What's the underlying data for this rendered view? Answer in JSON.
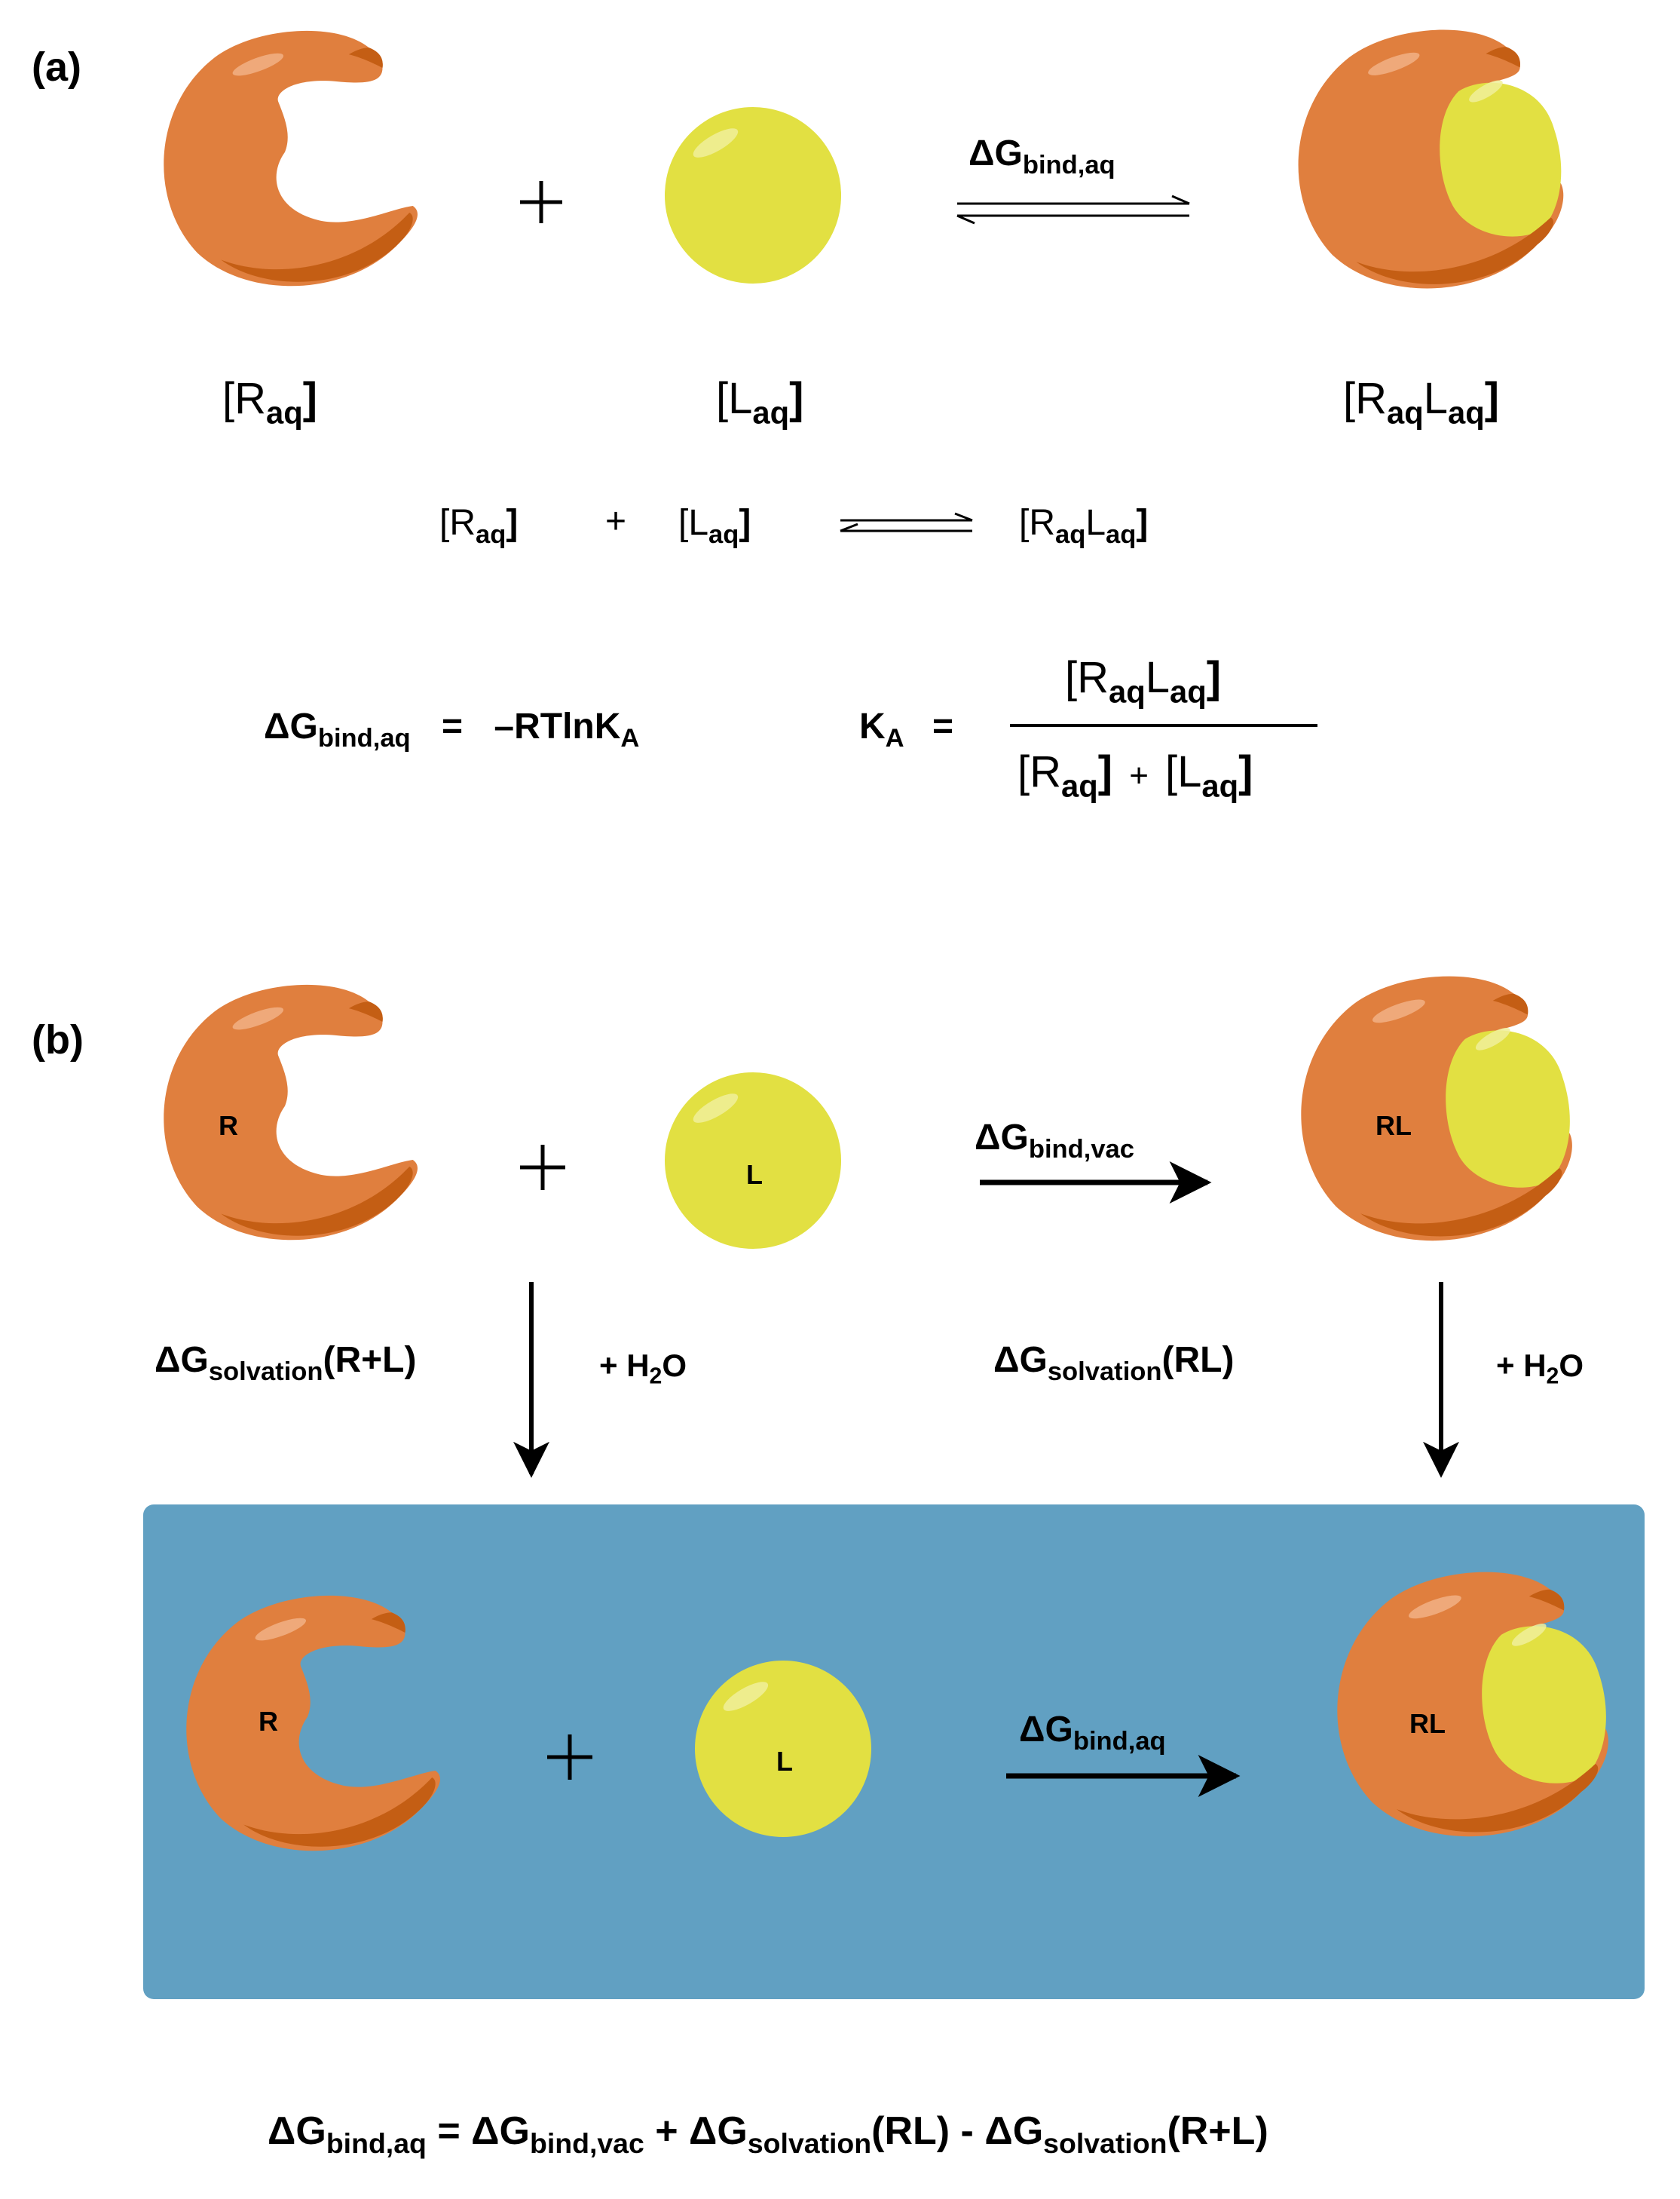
{
  "panel_a": {
    "label": "(a)",
    "plus": "+",
    "arrow_label": {
      "main": "ΔG",
      "sub": "bind,aq"
    },
    "species": {
      "receptor": {
        "open": "[R",
        "sub": "aq",
        "close": "]"
      },
      "ligand": {
        "open": "[L",
        "sub": "aq",
        "close": "]"
      },
      "complex": {
        "open": "[R",
        "sub1": "aq",
        "mid": "L",
        "sub2": "aq",
        "close": "]"
      }
    },
    "reaction": {
      "r": {
        "open": "[R",
        "sub": "aq",
        "close": "]"
      },
      "plus": "+",
      "l": {
        "open": "[L",
        "sub": "aq",
        "close": "]"
      },
      "product": {
        "open": "[R",
        "sub1": "aq",
        "mid": "L",
        "sub2": "aq",
        "close": "]"
      }
    },
    "equation": {
      "lhs_main": "ΔG",
      "lhs_sub": "bind,aq",
      "equals": "=",
      "rhs_main": "–RTlnK",
      "rhs_sub": "A"
    },
    "ka": {
      "main": "K",
      "sub": "A",
      "equals": "=",
      "numerator": {
        "open": "[R",
        "sub1": "aq",
        "mid": "L",
        "sub2": "aq",
        "close": "]"
      },
      "denominator": {
        "r_open": "[R",
        "r_sub": "aq",
        "r_close": "]",
        "plus": "+",
        "l_open": "[L",
        "l_sub": "aq",
        "l_close": "]"
      }
    }
  },
  "panel_b": {
    "label": "(b)",
    "plus": "+",
    "receptor_label": "R",
    "ligand_label": "L",
    "complex_label": "RL",
    "vac_arrow": {
      "main": "ΔG",
      "sub": "bind,vac"
    },
    "solv_left": {
      "main": "ΔG",
      "sub": "solvation",
      "tail": "(R+L)"
    },
    "solv_right": {
      "main": "ΔG",
      "sub": "solvation",
      "tail": "(RL)"
    },
    "water_left": {
      "pre": "+ H",
      "sub": "2",
      "post": "O"
    },
    "water_right": {
      "pre": "+ H",
      "sub": "2",
      "post": "O"
    },
    "aq_box": {
      "receptor_label": "R",
      "ligand_label": "L",
      "complex_label": "RL",
      "plus": "+",
      "arrow": {
        "main": "ΔG",
        "sub": "bind,aq"
      }
    }
  },
  "final_equation": {
    "t1_main": "ΔG",
    "t1_sub": "bind,aq",
    "eq": " = ",
    "t2_main": "ΔG",
    "t2_sub": "bind,vac",
    "plus": " + ",
    "t3_main": "ΔG",
    "t3_sub": "solvation",
    "t3_tail": "(RL)",
    "minus": " - ",
    "t4_main": "ΔG",
    "t4_sub": "solvation",
    "t4_tail": "(R+L)"
  },
  "colors": {
    "receptor": "#e07f3e",
    "receptor_shade": "#c45e14",
    "ligand": "#e2e042",
    "water_box": "#61a0c2",
    "text": "#000000"
  }
}
